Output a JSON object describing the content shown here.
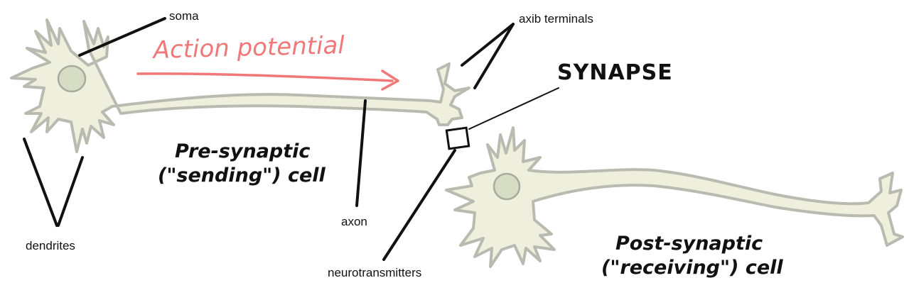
{
  "labels": {
    "soma": "soma",
    "axib_terminals": "axib terminals",
    "dendrites": "dendrites",
    "axon": "axon",
    "neurotransmitters": "neurotransmitters"
  },
  "arrow_label": "Action potential",
  "synapse_label": "SYNAPSE",
  "presynaptic": {
    "line1": "Pre-synaptic",
    "line2": "(\"sending\") cell"
  },
  "postsynaptic": {
    "line1": "Post-synaptic",
    "line2": "(\"receiving\") cell"
  },
  "colors": {
    "cell_fill": "#eef0dd",
    "cell_outline": "#b9bbb0",
    "nucleus": "#d7dcc4",
    "arrow": "#f07878",
    "ink": "#111111"
  }
}
